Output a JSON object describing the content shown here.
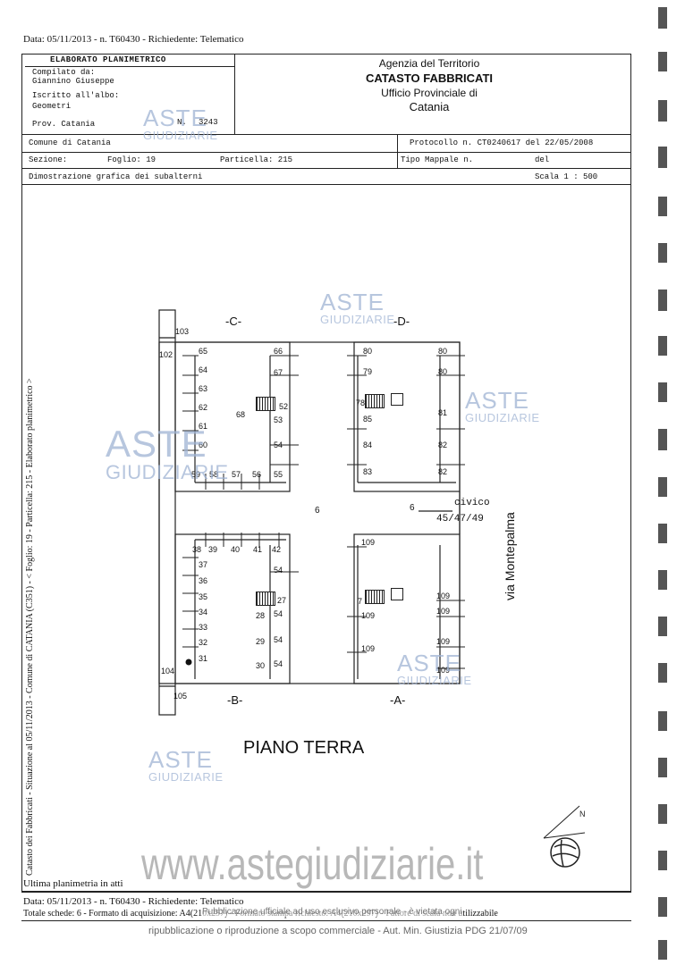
{
  "header": {
    "top_line": "Data: 05/11/2013 - n. T60430 - Richiedente: Telematico",
    "elaborato": "ELABORATO PLANIMETRICO",
    "compilato_label": "Compilato da:",
    "compilato_name": "Giannino Giuseppe",
    "iscritto_label": "Iscritto all'albo:",
    "iscritto_value": "Geometri",
    "prov_label": "Prov. Catania",
    "n_label": "N.",
    "n_value": "3243",
    "agency": "Agenzia del Territorio",
    "catasto": "CATASTO FABBRICATI",
    "ufficio": "Ufficio Provinciale di",
    "city": "Catania",
    "comune": "Comune di Catania",
    "sezione": "Sezione:",
    "foglio": "Foglio: 19",
    "particella": "Particella: 215",
    "protocollo": "Protocollo n. CT0240617 del 22/05/2008",
    "tipo_mappale": "Tipo Mappale n.",
    "del": "del",
    "dimostrazione": "Dimostrazione grafica dei subalterni",
    "scala": "Scala 1 : 500"
  },
  "side_text": "Catasto dei Fabbricati - Situazione al 05/11/2013 - Comune di CATANIA (C351) - < Foglio: 19 - Particella: 215 - Elaborato planimetrico >",
  "plan": {
    "labels": {
      "C": "-C-",
      "D": "-D-",
      "B": "-B-",
      "A": "-A-",
      "civico": "civico",
      "civico_num": "45/47/49",
      "street": "via Montepalma",
      "piano": "PIANO TERRA",
      "six_center": "6",
      "six_right": "6"
    },
    "units": [
      {
        "t": "103"
      },
      {
        "t": "102"
      },
      {
        "t": "65"
      },
      {
        "t": "66"
      },
      {
        "t": "64"
      },
      {
        "t": "67"
      },
      {
        "t": "63"
      },
      {
        "t": "62"
      },
      {
        "t": "68"
      },
      {
        "t": "52"
      },
      {
        "t": "53"
      },
      {
        "t": "61"
      },
      {
        "t": "60"
      },
      {
        "t": "54"
      },
      {
        "t": "59"
      },
      {
        "t": "58"
      },
      {
        "t": "57"
      },
      {
        "t": "56"
      },
      {
        "t": "55"
      },
      {
        "t": "80"
      },
      {
        "t": "80"
      },
      {
        "t": "79"
      },
      {
        "t": "80"
      },
      {
        "t": "78"
      },
      {
        "t": "85"
      },
      {
        "t": "81"
      },
      {
        "t": "84"
      },
      {
        "t": "82"
      },
      {
        "t": "83"
      },
      {
        "t": "82"
      },
      {
        "t": "38"
      },
      {
        "t": "39"
      },
      {
        "t": "40"
      },
      {
        "t": "41"
      },
      {
        "t": "42"
      },
      {
        "t": "37"
      },
      {
        "t": "54"
      },
      {
        "t": "36"
      },
      {
        "t": "35"
      },
      {
        "t": "27"
      },
      {
        "t": "34"
      },
      {
        "t": "28"
      },
      {
        "t": "54"
      },
      {
        "t": "33"
      },
      {
        "t": "32"
      },
      {
        "t": "29"
      },
      {
        "t": "54"
      },
      {
        "t": "31"
      },
      {
        "t": "30"
      },
      {
        "t": "54"
      },
      {
        "t": "104"
      },
      {
        "t": "105"
      },
      {
        "t": "109"
      },
      {
        "t": "7"
      },
      {
        "t": "109"
      },
      {
        "t": "109"
      },
      {
        "t": "109"
      },
      {
        "t": "109"
      },
      {
        "t": "109"
      },
      {
        "t": "109"
      }
    ]
  },
  "footer": {
    "ultima": "Ultima planimetria in atti",
    "date_line": "Data: 05/11/2013 - n. T60430 - Richiedente: Telematico",
    "totale": "Totale schede: 6 - Formato di acquisizione: A4(210x297) - Formato stampa richiesto: A4(210x297) - Fattore di scala non utilizzabile",
    "pub_line1": "Pubblicazione ufficiale ad uso esclusivo personale - è vietata ogni",
    "pub_line2": "ripubblicazione o riproduzione a scopo commerciale - Aut. Min. Giustizia PDG 21/07/09",
    "website": "www.astegiudiziarie.it"
  },
  "watermark": {
    "aste": "ASTE",
    "giudiziarie": "GIUDIZIARIE"
  }
}
